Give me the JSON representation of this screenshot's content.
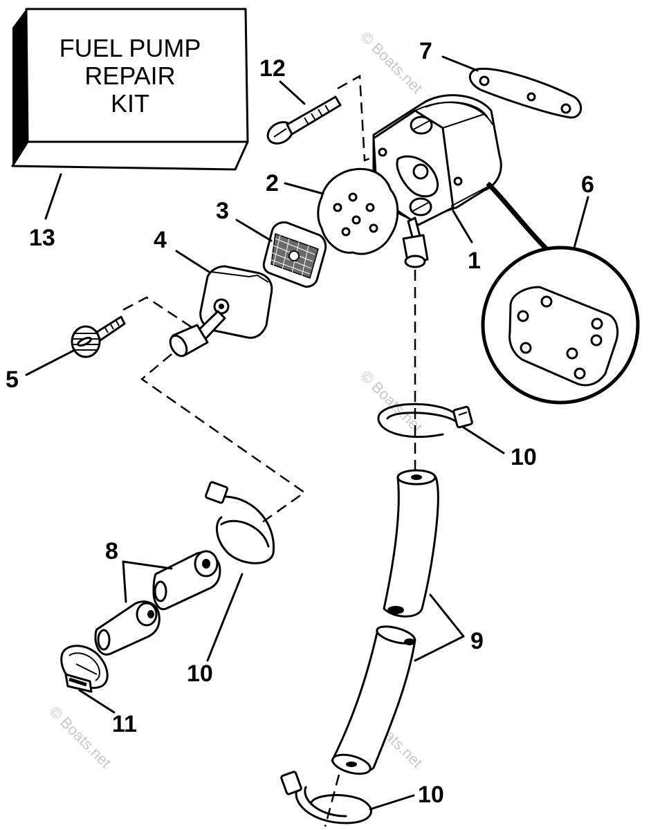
{
  "kit_box": {
    "line1": "FUEL PUMP",
    "line2": "REPAIR",
    "line3": "KIT"
  },
  "callouts": {
    "c1": "1",
    "c2": "2",
    "c3": "3",
    "c4": "4",
    "c5": "5",
    "c6": "6",
    "c7": "7",
    "c8": "8",
    "c9": "9",
    "c10a": "10",
    "c10b": "10",
    "c10c": "10",
    "c11": "11",
    "c12": "12",
    "c13": "13"
  },
  "watermark": {
    "text": "© Boats.net"
  }
}
